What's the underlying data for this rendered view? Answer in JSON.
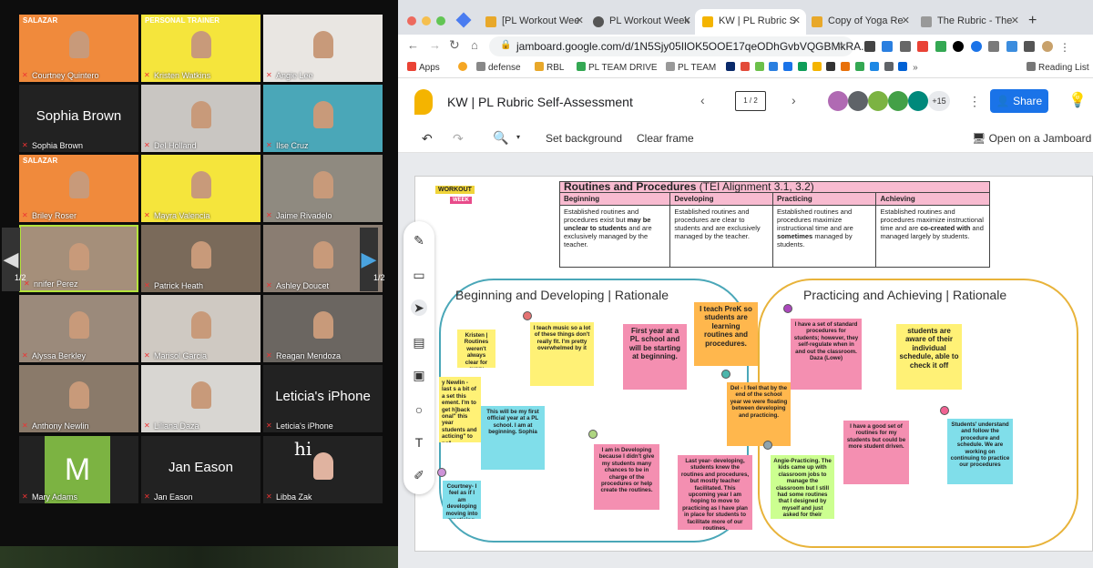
{
  "zoom": {
    "participants": [
      {
        "name": "Courtney Quintero",
        "banner": "SALAZAR",
        "bg": "#f08a3c"
      },
      {
        "name": "Kristen Watkins",
        "banner": "PERSONAL TRAINER",
        "bg": "#f5e53c"
      },
      {
        "name": "Angie Lee",
        "banner": "",
        "bg": "#e9e6e2"
      },
      {
        "name": "Sophia Brown",
        "big": "Sophia Brown",
        "bg": "#222"
      },
      {
        "name": "Del Holland",
        "banner": "",
        "bg": "#c9c6c2"
      },
      {
        "name": "Ilse Cruz",
        "banner": "",
        "bg": "#4aa7b8"
      },
      {
        "name": "Briley Roser",
        "banner": "SALAZAR",
        "bg": "#f08a3c"
      },
      {
        "name": "Mayra Valencia",
        "banner": "",
        "bg": "#f5e53c"
      },
      {
        "name": "Jaime Rivadelo",
        "banner": "",
        "bg": "#8f8a80"
      },
      {
        "name": "nnifer Perez",
        "banner": "",
        "bg": "#a58f7a"
      },
      {
        "name": "Patrick Heath",
        "banner": "",
        "bg": "#7a6a5a"
      },
      {
        "name": "Ashley Doucet",
        "banner": "",
        "bg": "#8a7d72"
      },
      {
        "name": "Alyssa Berkley",
        "banner": "",
        "bg": "#9b8a7b"
      },
      {
        "name": "Marisol Garcia",
        "banner": "",
        "bg": "#cfc9c2"
      },
      {
        "name": "Reagan Mendoza",
        "banner": "",
        "bg": "#6b6661"
      },
      {
        "name": "Anthony Newlin",
        "banner": "",
        "bg": "#8a7a6a"
      },
      {
        "name": "Liliana Daza",
        "banner": "",
        "bg": "#d8d6d2"
      },
      {
        "name": "Leticia's iPhone",
        "big": "Leticia's iPhone",
        "bg": "#222"
      },
      {
        "name": "Mary Adams",
        "letter": "M",
        "bg": "#222"
      },
      {
        "name": "Jan Eason",
        "big": "Jan Eason",
        "bg": "#222"
      },
      {
        "name": "Libba Zak",
        "hi": "hi",
        "bg": "#222"
      }
    ],
    "page_left": "1/2",
    "page_right": "1/2"
  },
  "browser": {
    "tabs": [
      {
        "label": "[PL Workout Wee"
      },
      {
        "label": "PL Workout Week"
      },
      {
        "label": "KW | PL Rubric S"
      },
      {
        "label": "Copy of Yoga Re"
      },
      {
        "label": "The Rubric - The"
      }
    ],
    "url": "jamboard.google.com/d/1N5Sjy05IlOK5OOE17qeODhGvbVQGBMkRA...",
    "bookmarks": [
      "Apps",
      "defense",
      "RBL",
      "PL TEAM DRIVE",
      "PL TEAM",
      "Reading List"
    ],
    "new_tab": "+"
  },
  "jam": {
    "title": "KW | PL Rubric Self-Assessment",
    "frame_counter": "1 / 2",
    "collab_count": "+15",
    "share_label": "Share",
    "toolbar": {
      "background": "Set background",
      "clear": "Clear frame",
      "open": "Open on a Jamboard"
    },
    "logo_text": "WORKOUT",
    "logo_sub": "WEEK",
    "rubric": {
      "title_bold": "Routines and Procedures",
      "title_rest": " (TEI Alignment 3.1, 3.2)",
      "columns": [
        "Beginning",
        "Developing",
        "Practicing",
        "Achieving"
      ],
      "cells": [
        {
          "a": "Established routines and procedures exist but ",
          "b": "may be unclear to students",
          "c": " and are exclusively managed by the teacher."
        },
        {
          "a": "Established routines and procedures are clear to students and are exclusively managed by the teacher.",
          "b": "",
          "c": ""
        },
        {
          "a": "Established routines and procedures maximize instructional time and are ",
          "b": "sometimes",
          "c": " managed by students."
        },
        {
          "a": "Established routines and procedures maximize instructional time and are ",
          "b": "co-created with",
          "c": " and managed largely by students."
        }
      ]
    },
    "left_title": "Beginning and Developing | Rationale",
    "right_title": "Practicing and Achieving | Rationale",
    "notes": [
      {
        "t": "Kristen | Routines weren't always clear for every student.",
        "c": "yellow"
      },
      {
        "t": "I teach music so a lot of these things don't really fit. I'm pretty overwhelmed by it",
        "c": "yellow"
      },
      {
        "t": "First year at a PL school and will be starting at beginning.",
        "c": "pink"
      },
      {
        "t": "I teach PreK so students are learning routines and procedures.",
        "c": "orange"
      },
      {
        "t": "I have a set of standard procedures for students; however, they self-regulate when in and out the classroom. Daza (Lowe)",
        "c": "pink"
      },
      {
        "t": "students are aware of their individual schedule, able to check it off",
        "c": "yellow"
      },
      {
        "t": "y Newlin - last s a bit of a set this ement. I'm to get h]back onal\" this year students and acticing\" to ng\"",
        "c": "yellow"
      },
      {
        "t": "This will be my first official year at a PL school. I am at beginning. Sophia",
        "c": "blue"
      },
      {
        "t": "Del - I feel that by the end of the school year we were floating between developing and practicing.",
        "c": "orange"
      },
      {
        "t": "I have a good set of routines for my students but could be more student driven.",
        "c": "pink"
      },
      {
        "t": "Students' understand and follow the procedure and schedule. We are working on continuing to practice our procedures",
        "c": "blue"
      },
      {
        "t": "I am in Developing because I didn't give my students many chances to be in charge of the procedures or help create the routines.",
        "c": "pink"
      },
      {
        "t": "Last year- developing, students knew the routines and procedures, but mostly teacher facilitated. This upcoming year I am hoping to move to practicing as I have plan in place for students to facilitate more of our routines.",
        "c": "pink"
      },
      {
        "t": "Angie-Practicing. The kids came up with classroom jobs to manage the classroom but I still had some routines that I designed by myself and just asked for their feedback",
        "c": "green"
      },
      {
        "t": "Courtney- I feel as if I am developing moving into practicing.",
        "c": "blue"
      }
    ]
  }
}
